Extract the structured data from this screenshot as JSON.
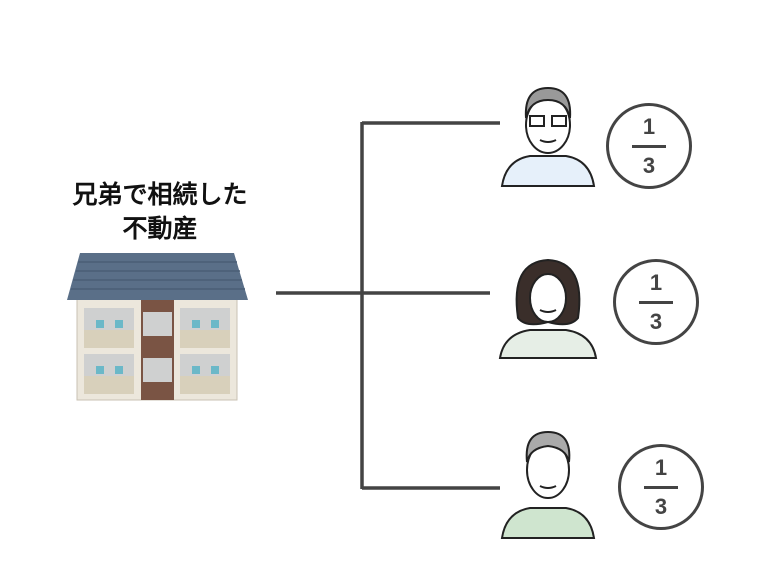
{
  "title": {
    "line1": "兄弟で相続した",
    "line2": "不動産"
  },
  "heirs": [
    {
      "name": "brother-1",
      "share_numerator": "1",
      "share_denominator": "3"
    },
    {
      "name": "sister",
      "share_numerator": "1",
      "share_denominator": "3"
    },
    {
      "name": "brother-2",
      "share_numerator": "1",
      "share_denominator": "3"
    }
  ],
  "colors": {
    "line": "#444444",
    "roof": "#5a6f88",
    "wall": "#ece7dc",
    "brick": "#7a5444"
  }
}
